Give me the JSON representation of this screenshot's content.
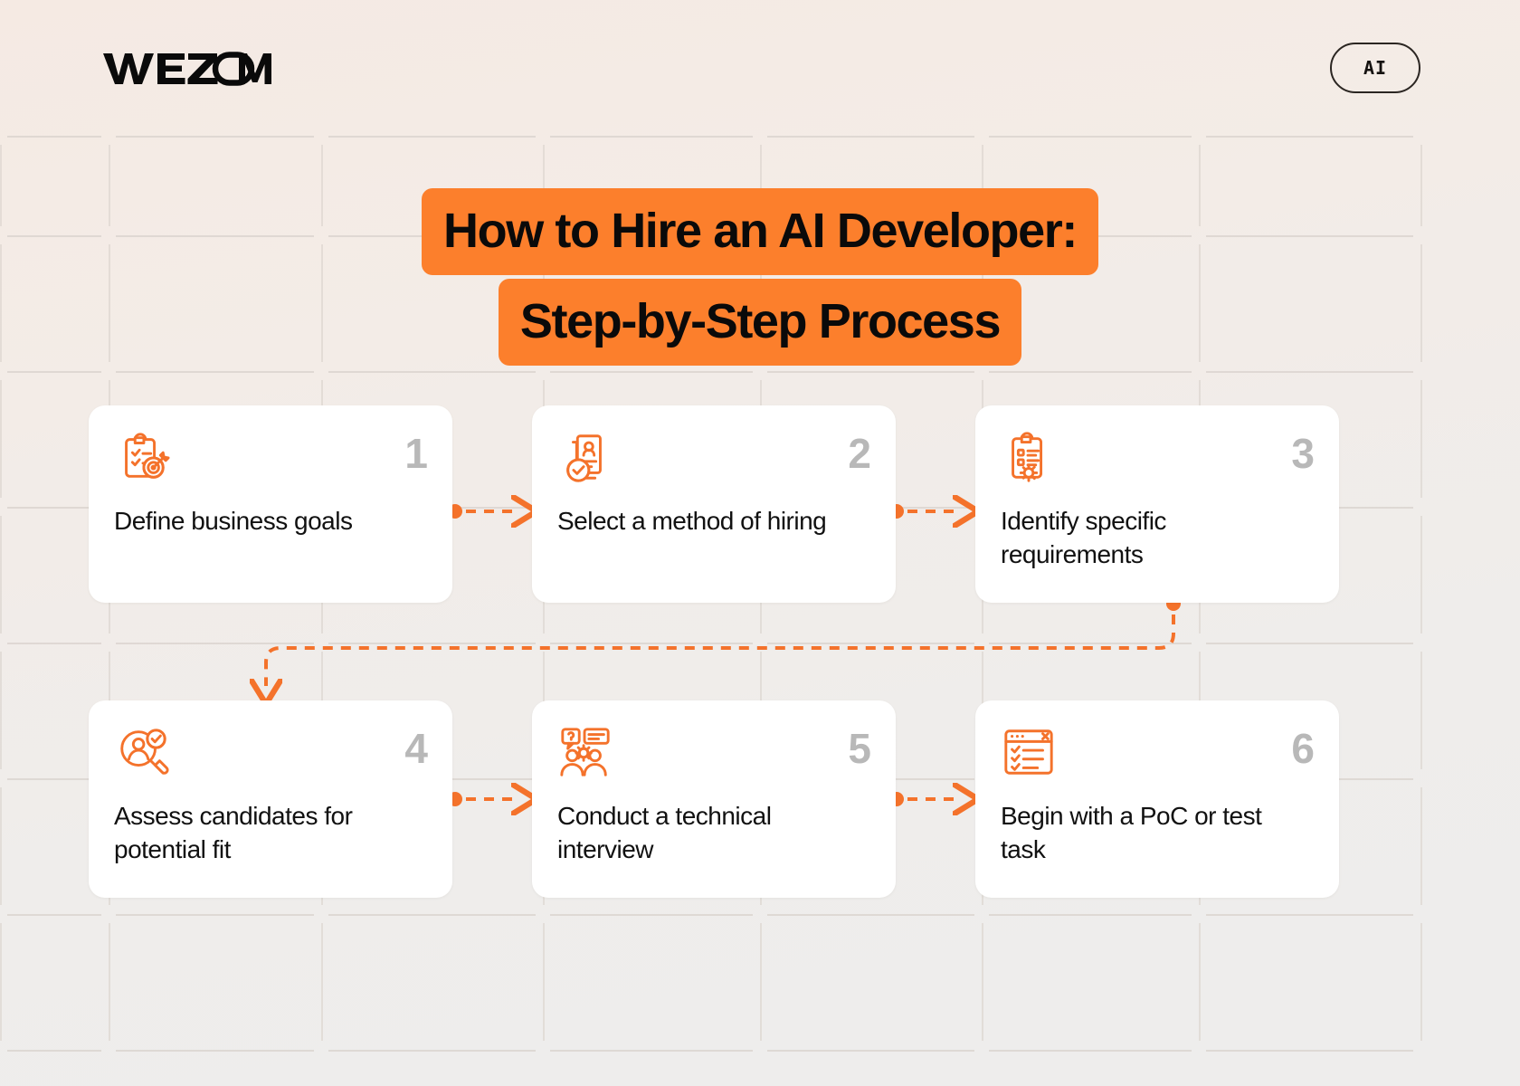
{
  "brand": {
    "logo_text": "WEZOM",
    "badge_label": "AI"
  },
  "title": {
    "line1": "How to Hire an AI Developer:",
    "line2": "Step-by-Step Process"
  },
  "colors": {
    "accent": "#FC7F2C",
    "background": "#F2EBE6",
    "card": "#FFFFFF",
    "number": "#B8B8B8",
    "text": "#111111"
  },
  "steps": [
    {
      "number": "1",
      "label": "Define business goals",
      "icon": "clipboard-target-icon"
    },
    {
      "number": "2",
      "label": "Select a method of hiring",
      "icon": "resume-check-icon"
    },
    {
      "number": "3",
      "label": "Identify specific requirements",
      "icon": "clipboard-checklist-gear-icon"
    },
    {
      "number": "4",
      "label": "Assess candidates for potential fit",
      "icon": "magnifier-person-check-icon"
    },
    {
      "number": "5",
      "label": "Conduct a technical interview",
      "icon": "interview-people-chat-icon"
    },
    {
      "number": "6",
      "label": "Begin with a PoC or test task",
      "icon": "browser-checklist-icon"
    }
  ]
}
